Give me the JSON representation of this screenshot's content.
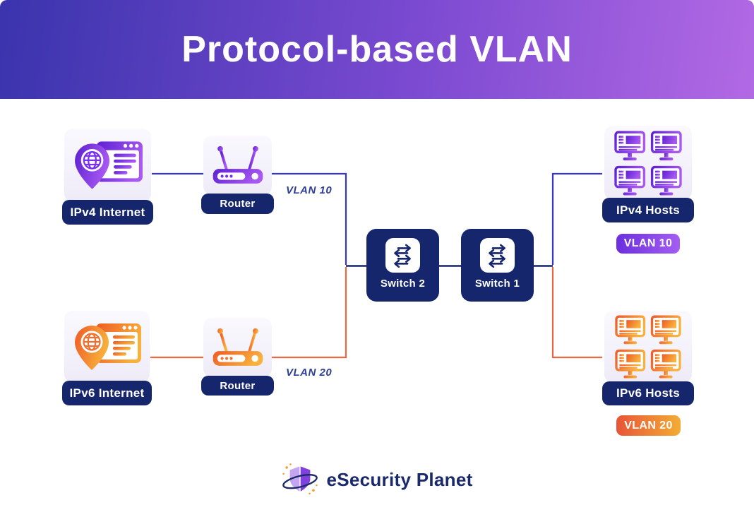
{
  "header": {
    "title": "Protocol-based VLAN"
  },
  "colors": {
    "header_gradient_start": "#3a34ad",
    "header_gradient_mid": "#7b4ad1",
    "header_gradient_end": "#b269e4",
    "navy": "#16266d",
    "card_bg_top": "#faf9fe",
    "card_bg_bottom": "#eeebf8",
    "line_blue": "#3a35c8",
    "line_orange": "#ec6746",
    "edge_label": "#2e3f96",
    "vlan10_start": "#6c2fdf",
    "vlan10_end": "#a55df2",
    "vlan20_start": "#e85438",
    "vlan20_end": "#f3ac33",
    "icon_purple_start": "#5b1fd0",
    "icon_purple_end": "#a958f2",
    "icon_purple_accent": "#7a2ff0",
    "icon_orange_start": "#ee5a26",
    "icon_orange_end": "#f8b13c",
    "icon_orange_accent": "#f07030",
    "brand_text": "#1b2a6b"
  },
  "nodes": {
    "ipv4_internet": {
      "label": "IPv4 Internet",
      "icon": "globe-pin-browser-icon",
      "theme": "purple"
    },
    "router_top": {
      "label": "Router",
      "icon": "wifi-router-icon",
      "theme": "purple"
    },
    "switch2": {
      "label": "Switch 2",
      "icon": "switch-arrows-icon"
    },
    "switch1": {
      "label": "Switch 1",
      "icon": "switch-arrows-icon"
    },
    "ipv4_hosts": {
      "label": "IPv4 Hosts",
      "icon": "workstations-grid-icon",
      "theme": "purple"
    },
    "ipv6_internet": {
      "label": "IPv6 Internet",
      "icon": "globe-pin-browser-icon",
      "theme": "orange"
    },
    "router_bottom": {
      "label": "Router",
      "icon": "wifi-router-icon",
      "theme": "orange"
    },
    "ipv6_hosts": {
      "label": "IPv6 Hosts",
      "icon": "workstations-grid-icon",
      "theme": "orange"
    }
  },
  "edge_labels": {
    "vlan10": "VLAN 10",
    "vlan20": "VLAN 20"
  },
  "badges": {
    "vlan10": "VLAN 10",
    "vlan20": "VLAN 20"
  },
  "footer": {
    "brand": "eSecurity Planet",
    "logo": "shield-orbit-icon"
  }
}
